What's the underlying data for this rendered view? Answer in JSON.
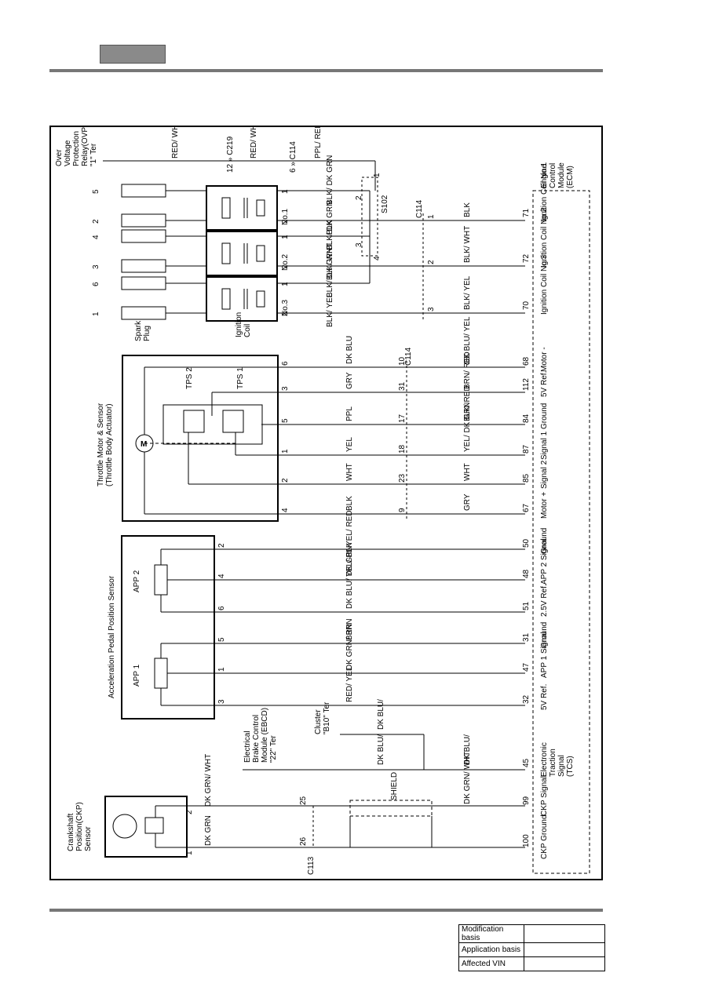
{
  "ovpr": [
    "Over",
    "Voltage",
    "Protection",
    "Relay(OVPR)",
    "\"1\" Ter"
  ],
  "ebcd": [
    "Electrical",
    "Brake Control",
    "Module (EBCD)",
    "\"22\" Ter"
  ],
  "cluster": [
    "Cluster",
    "\"B10\" Ter"
  ],
  "ckp_sensor": [
    "Crankshaft",
    "Position(CKP)",
    "Sensor"
  ],
  "app_sensor": "Acceleration Pedal Position Sensor",
  "app1": "APP 1",
  "app2": "APP 2",
  "throttle": [
    "Throttle Motor & Sensor",
    "(Throttle Body Actuator)"
  ],
  "tps1": "TPS 1",
  "tps2": "TPS 2",
  "motor_glyph": "M",
  "spark_plug": [
    "Spark",
    "Plug"
  ],
  "ignition_coil": [
    "Ignition",
    "Coil"
  ],
  "ecm": [
    "Engine",
    "Control",
    "Module",
    "(ECM)"
  ],
  "shield": "SHIELD",
  "connectors": {
    "c219": "C219",
    "c114": "C114",
    "c113": "C113",
    "s102": "S102",
    "n12": "12",
    "n6": "6"
  },
  "coils": [
    "No.1",
    "No.2",
    "No.3"
  ],
  "plugs": [
    "5",
    "2",
    "4",
    "3",
    "6",
    "1"
  ],
  "top_wires": [
    "RED/ WHT",
    "RED/ WHT",
    "PPL/ RED"
  ],
  "coil_wires": [
    "BLK/ DK GRN",
    "BLK",
    "BLK/ DK GRN",
    "BLK/ WHT",
    "BLK/ DK GRN",
    "BLK/ YEL"
  ],
  "ecm_coil_wires": [
    "BLK",
    "BLK/ WHT",
    "BLK/ YEL"
  ],
  "s102_pins": [
    "1",
    "2",
    "3",
    "4"
  ],
  "c114_coil_pins": [
    "1",
    "2",
    "3"
  ],
  "coil_pins": [
    "1",
    "2",
    "1",
    "2",
    "1",
    "2",
    "2"
  ],
  "ecm_pins_coils": [
    "71",
    "72",
    "70"
  ],
  "ecm_labels_coils": [
    "Ignition Coil No.1",
    "Ignition Coil No.2",
    "Ignition Coil No.3"
  ],
  "throttle_pins": [
    "6",
    "3",
    "5",
    "1",
    "2",
    "4"
  ],
  "throttle_wires": [
    "DK BLU",
    "GRY",
    "PPL",
    "YEL",
    "WHT",
    "BLK"
  ],
  "throttle_c114_pins": [
    "10",
    "31",
    "17",
    "18",
    "23",
    "9"
  ],
  "throttle_ecm_wires": [
    "DK BLU/ YEL",
    "BRN/ RED",
    "BLK/ RED",
    "YEL/ DK GRN",
    "WHT",
    "GRY"
  ],
  "throttle_ecm_pins": [
    "68",
    "112",
    "84",
    "87",
    "85",
    "67"
  ],
  "throttle_ecm_labels": [
    "Motor -",
    "5V Ref.",
    "Ground",
    "Signal 1",
    "Signal 2",
    "Motor +"
  ],
  "app_pins": [
    "2",
    "4",
    "6",
    "5",
    "1",
    "3"
  ],
  "app_wires": [
    "YEL/ RED",
    "YEL/ BLK",
    "DK BLU/ DK GRN",
    "BRN",
    "DK GRN/ BRN",
    "RED/ YEL"
  ],
  "app_ecm_pins": [
    "50",
    "48",
    "51",
    "31",
    "47",
    "32"
  ],
  "app_ecm_labels": [
    "Ground",
    "APP 2 Signal",
    "2.5V Ref.",
    "Ground",
    "APP 1 Signal",
    "5V Ref."
  ],
  "tcs_wire_top": "DK BLU/",
  "tcs_wire_mid": "DK BLU/",
  "tcs_wire_ecm": "DK BLU/",
  "tcs_pin": "45",
  "tcs_label": [
    "Electronic",
    "Traction",
    "Signal",
    "(TCS)"
  ],
  "ckp_pins": [
    "2",
    "1"
  ],
  "ckp_wires": [
    "DK GRN/ WHT",
    "DK GRN"
  ],
  "ckp_c113_pins": [
    "25",
    "26"
  ],
  "ckp_ecm_wire": "DK GRN/ WHT",
  "ckp_ecm_pins": [
    "99",
    "100"
  ],
  "ckp_ecm_labels": [
    "CKP Signal",
    "CKP Ground"
  ],
  "meta": {
    "mod": "Modification basis",
    "app": "Application basis",
    "vin": "Affected VIN"
  }
}
